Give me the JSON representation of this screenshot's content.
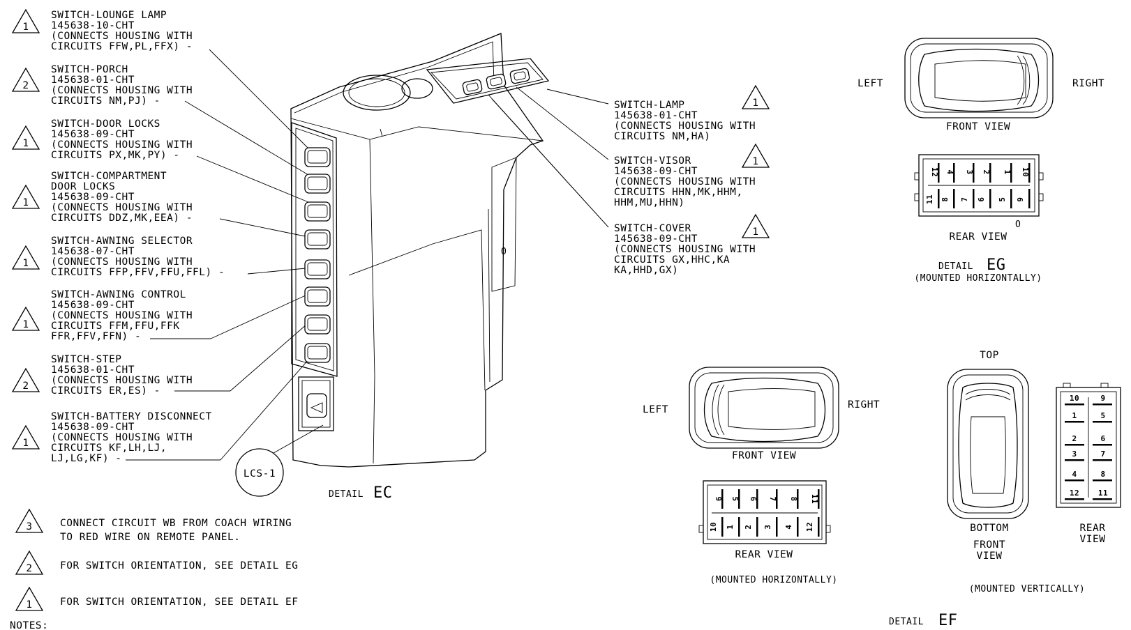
{
  "callouts": [
    {
      "badge": "1",
      "lines": [
        "SWITCH-LOUNGE LAMP",
        "145638-10-CHT",
        "(CONNECTS HOUSING WITH",
        "CIRCUITS FFW,PL,FFX) -"
      ]
    },
    {
      "badge": "2",
      "lines": [
        "SWITCH-PORCH",
        "145638-01-CHT",
        "(CONNECTS HOUSING WITH",
        "CIRCUITS NM,PJ) -"
      ]
    },
    {
      "badge": "1",
      "lines": [
        "SWITCH-DOOR LOCKS",
        "145638-09-CHT",
        "(CONNECTS HOUSING WITH",
        "CIRCUITS PX,MK,PY) -"
      ]
    },
    {
      "badge": "1",
      "lines": [
        "SWITCH-COMPARTMENT",
        "DOOR LOCKS",
        "145638-09-CHT",
        "(CONNECTS HOUSING WITH",
        "CIRCUITS DDZ,MK,EEA) -"
      ]
    },
    {
      "badge": "1",
      "lines": [
        "SWITCH-AWNING SELECTOR",
        "145638-07-CHT",
        "(CONNECTS HOUSING WITH",
        "CIRCUITS FFP,FFV,FFU,FFL) -"
      ]
    },
    {
      "badge": "1",
      "lines": [
        "SWITCH-AWNING CONTROL",
        "145638-09-CHT",
        "(CONNECTS HOUSING WITH",
        "CIRCUITS FFM,FFU,FFK",
        "FFR,FFV,FFN) -"
      ]
    },
    {
      "badge": "2",
      "lines": [
        "SWITCH-STEP",
        "145638-01-CHT",
        "(CONNECTS HOUSING WITH",
        "CIRCUITS ER,ES) -"
      ]
    },
    {
      "badge": "1",
      "lines": [
        "SWITCH-BATTERY DISCONNECT",
        "145638-09-CHT",
        "(CONNECTS HOUSING WITH",
        "CIRCUITS KF,LH,LJ,",
        "LJ,LG,KF) -"
      ]
    }
  ],
  "right_callouts": [
    {
      "badge": "1",
      "lines": [
        "SWITCH-LAMP",
        "145638-01-CHT",
        "(CONNECTS HOUSING WITH",
        "CIRCUITS NM,HA)"
      ]
    },
    {
      "badge": "1",
      "lines": [
        "SWITCH-VISOR",
        "145638-09-CHT",
        "(CONNECTS HOUSING WITH",
        "CIRCUITS HHN,MK,HHM,",
        "HHM,MU,HHN)"
      ]
    },
    {
      "badge": "1",
      "lines": [
        "SWITCH-COVER",
        "145638-09-CHT",
        "(CONNECTS HOUSING WITH",
        "CIRCUITS GX,HHC,KA",
        "KA,HHD,GX)"
      ]
    }
  ],
  "lcs_label": "LCS-1",
  "detail_ec": {
    "prefix": "DETAIL",
    "letters": "EC"
  },
  "panel_mark": "O",
  "notes": [
    {
      "badge": "3",
      "lines": [
        "CONNECT CIRCUIT WB FROM COACH WIRING",
        "TO RED WIRE ON REMOTE PANEL."
      ]
    },
    {
      "badge": "2",
      "lines": [
        "FOR SWITCH ORIENTATION, SEE DETAIL EG"
      ]
    },
    {
      "badge": "1",
      "lines": [
        "FOR SWITCH ORIENTATION, SEE DETAIL EF"
      ]
    }
  ],
  "notes_title": "NOTES:",
  "detail_eg": {
    "left": "LEFT",
    "right": "RIGHT",
    "front_view": "FRONT VIEW",
    "rear_view": "REAR VIEW",
    "mark": "O",
    "prefix": "DETAIL",
    "letters": "EG",
    "orientation": "(MOUNTED HORIZONTALLY)",
    "top_pins": [
      "12",
      "4",
      "3",
      "2",
      "1",
      "10"
    ],
    "bottom_pins": [
      "11",
      "8",
      "7",
      "6",
      "5",
      "9"
    ]
  },
  "detail_ef": {
    "left": "LEFT",
    "right": "RIGHT",
    "front_view": "FRONT VIEW",
    "rear_view": "REAR VIEW",
    "horizontal": "(MOUNTED HORIZONTALLY)",
    "top": "TOP",
    "bottom": "BOTTOM",
    "front": "FRONT",
    "view": "VIEW",
    "rear": "REAR",
    "vertical": "(MOUNTED VERTICALLY)",
    "prefix": "DETAIL",
    "letters": "EF",
    "h_top_pins": [
      "9",
      "5",
      "6",
      "7",
      "8",
      "11"
    ],
    "h_bottom_pins": [
      "10",
      "1",
      "2",
      "3",
      "4",
      "12"
    ],
    "v_left_pins": [
      "10",
      "1",
      "2",
      "3",
      "4",
      "12"
    ],
    "v_right_pins": [
      "9",
      "5",
      "6",
      "7",
      "8",
      "11"
    ]
  }
}
